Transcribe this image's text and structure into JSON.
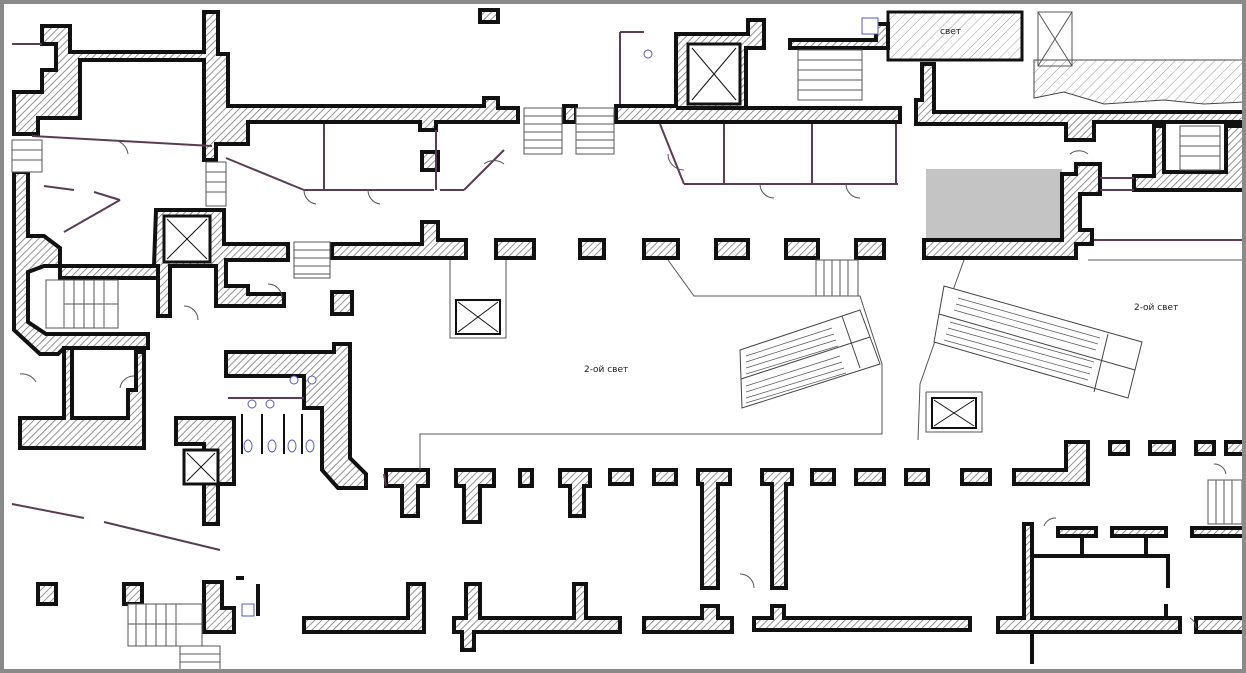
{
  "diagram": {
    "type": "architectural-floor-plan",
    "labels": {
      "space_top": "свет",
      "space_center": "2-ой свет",
      "space_right": "2-ой свет"
    },
    "colors": {
      "wall_outline": "#111111",
      "wall_hatch": "#777777",
      "partition": "#5a3d55",
      "gray_room": "#c4c4c4",
      "plumbing_fixture": "#5a5ac8",
      "frame": "#8a8a8a"
    },
    "icons": [
      "elevator-icon",
      "stair-icon",
      "escalator-icon",
      "toilet-icon",
      "door-swing-icon"
    ]
  }
}
